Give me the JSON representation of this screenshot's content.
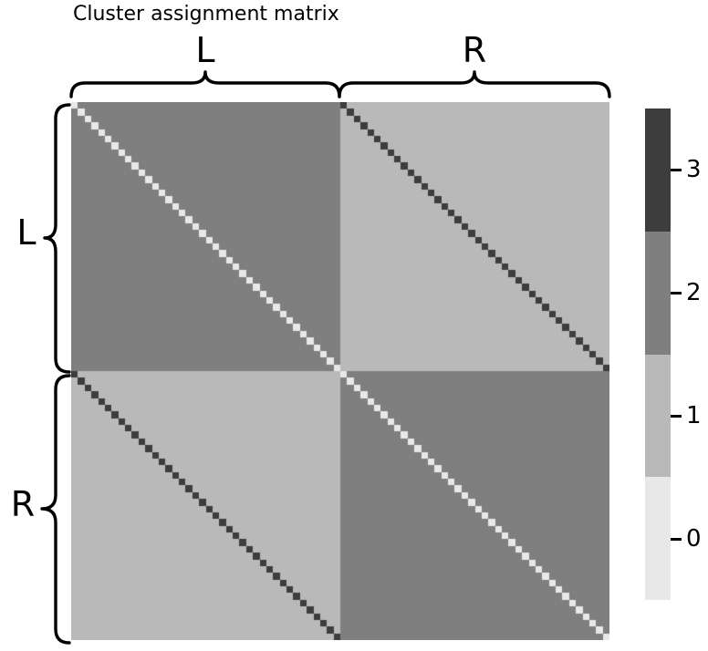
{
  "figure": {
    "title": "Cluster assignment matrix"
  },
  "braces": {
    "top": [
      {
        "label": "L"
      },
      {
        "label": "R"
      }
    ],
    "left": [
      {
        "label": "L"
      },
      {
        "label": "R"
      }
    ]
  },
  "colorbar": {
    "ticks": [
      {
        "label": "3"
      },
      {
        "label": "2"
      },
      {
        "label": "1"
      },
      {
        "label": "0"
      }
    ]
  },
  "chart_data": {
    "type": "heatmap",
    "title": "Cluster assignment matrix",
    "row_blocks": [
      "L",
      "R"
    ],
    "col_blocks": [
      "L",
      "R"
    ],
    "items_per_block": 40,
    "matrix_size": 80,
    "value_rule": {
      "diagonal": 0,
      "same_block_off_diagonal": 2,
      "cross_block_homolog": 3,
      "cross_block_other": 1
    },
    "vmin": 0,
    "vmax": 3,
    "colors": {
      "0": "#e8e8e8",
      "1": "#b9b9b9",
      "2": "#7f7f7f",
      "3": "#3d3d3d"
    },
    "colorbar_tick_values": [
      3,
      2,
      1,
      0
    ],
    "colorbar_position": "right",
    "grid": false
  }
}
